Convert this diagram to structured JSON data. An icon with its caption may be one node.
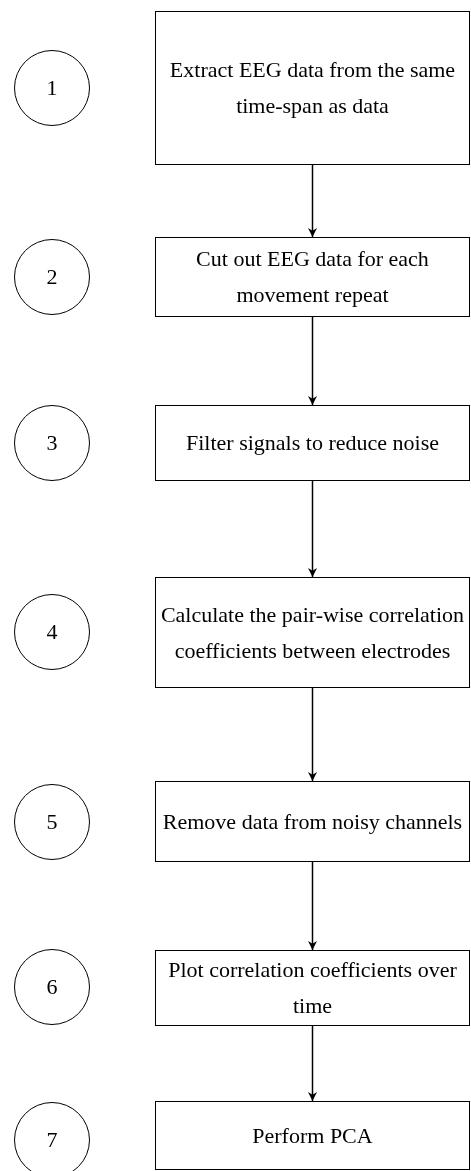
{
  "diagram": {
    "nodes": [
      {
        "text": [
          "1"
        ]
      },
      {
        "text": [
          "Extract EEG data from the same time-span as data"
        ]
      },
      {
        "text": [
          "2"
        ]
      },
      {
        "text": [
          "Cut out EEG data for each movement repeat"
        ]
      },
      {
        "text": [
          "3"
        ]
      },
      {
        "text": [
          "Filter signals to reduce noise"
        ]
      },
      {
        "text": [
          "4"
        ]
      },
      {
        "text": [
          "Calculate the pair-wise correlation coefficients between electrodes"
        ]
      },
      {
        "text": [
          "5"
        ]
      },
      {
        "text": [
          "Remove data from noisy channels"
        ]
      },
      {
        "text": [
          "6"
        ]
      },
      {
        "text": [
          "Plot correlation coefficients over time"
        ]
      },
      {
        "text": [
          "7"
        ]
      },
      {
        "text": [
          "Perform PCA"
        ]
      }
    ],
    "edges": [
      {
        "from": 1,
        "to": 3,
        "arrow": "to"
      },
      {
        "from": 3,
        "to": 5,
        "arrow": "to"
      },
      {
        "from": 5,
        "to": 7,
        "arrow": "to"
      },
      {
        "from": 7,
        "to": 9,
        "arrow": "to"
      },
      {
        "from": 9,
        "to": 11,
        "arrow": "to"
      },
      {
        "from": 11,
        "to": 13,
        "arrow": "to"
      }
    ]
  }
}
